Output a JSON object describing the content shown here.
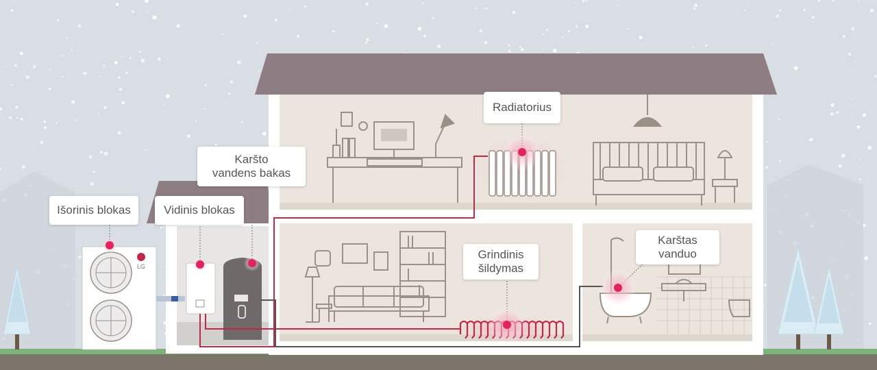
{
  "scene": {
    "brand_logo_text": "LG",
    "colors": {
      "sky": "#d8dce3",
      "roof": "#8c7e82",
      "wall": "#ffffff",
      "room": "#ebe5dd",
      "ground": "#7a7368",
      "grass": "#7fb27a",
      "pipe": "#c0284a",
      "hotspot": "#e0245e",
      "line_art": "#9a9088",
      "tree": "#dcecf5"
    }
  },
  "labels": {
    "outdoor_unit": "Išorinis blokas",
    "indoor_unit": "Vidinis blokas",
    "hot_water_tank_line1": "Karšto",
    "hot_water_tank_line2": "vandens bakas",
    "radiator": "Radiatorius",
    "floor_heating_line1": "Grindinis",
    "floor_heating_line2": "šildymas",
    "hot_water_line1": "Karštas",
    "hot_water_line2": "vanduo"
  }
}
